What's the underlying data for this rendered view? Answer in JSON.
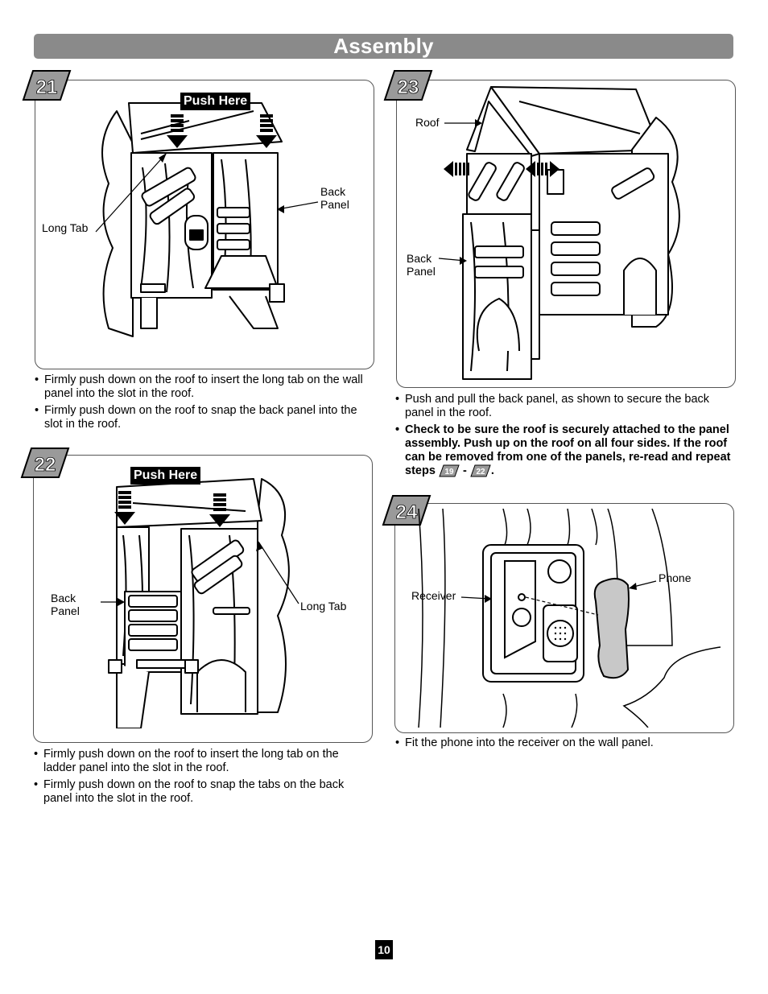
{
  "header": {
    "title": "Assembly"
  },
  "steps": {
    "s21": {
      "number": "21",
      "push_label": "Push Here",
      "labels": {
        "long_tab": "Long Tab",
        "back_panel_1": "Back",
        "back_panel_2": "Panel"
      },
      "bullets": [
        "Firmly push down on the roof to insert the long tab on the wall panel into the slot in the roof.",
        "Firmly push down on the roof to snap the back panel into the slot in the roof."
      ]
    },
    "s22": {
      "number": "22",
      "push_label": "Push Here",
      "labels": {
        "back_panel_1": "Back",
        "back_panel_2": "Panel",
        "long_tab": "Long Tab"
      },
      "bullets": [
        "Firmly push down on the roof to insert the long tab on the ladder panel into the slot in the roof.",
        "Firmly push down on the roof to snap the tabs on the back panel into the slot in the roof."
      ]
    },
    "s23": {
      "number": "23",
      "labels": {
        "roof": "Roof",
        "back_panel_1": "Back",
        "back_panel_2": "Panel"
      },
      "bullets": [
        "Push and pull the back panel, as shown to secure the back panel in the roof."
      ],
      "bold_note": "Check to be sure the roof is securely attached to the panel assembly. Push up on the roof on all four sides. If the roof can be removed from one of the panels, re-read and repeat steps",
      "ref_from": "19",
      "ref_sep": "-",
      "ref_to": "22",
      "ref_end": "."
    },
    "s24": {
      "number": "24",
      "labels": {
        "receiver": "Receiver",
        "phone": "Phone"
      },
      "bullets": [
        "Fit the phone into the receiver on the wall panel."
      ]
    }
  },
  "footer": {
    "page_number": "10"
  },
  "colors": {
    "header_bg": "#8a8a8a",
    "badge_gray": "#9a9a9a"
  }
}
